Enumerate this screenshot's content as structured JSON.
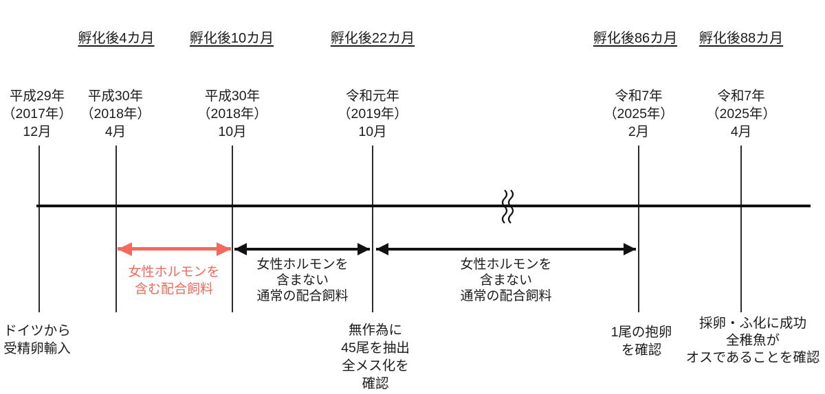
{
  "figure": {
    "description_colors": {
      "ink": "#1b1b1b",
      "axis_black": "#111111",
      "accent_red": "#f4695c",
      "background": "#ffffff"
    }
  },
  "events": [
    {
      "hatch_age": "",
      "date": [
        "平成29年",
        "（2017年）",
        "12月"
      ],
      "note": [
        "ドイツから",
        "受精卵輸入"
      ]
    },
    {
      "hatch_age": "孵化後4カ月",
      "date": [
        "平成30年",
        "（2018年）",
        "4月"
      ],
      "note": []
    },
    {
      "hatch_age": "孵化後10カ月",
      "date": [
        "平成30年",
        "（2018年）",
        "10月"
      ],
      "note": []
    },
    {
      "hatch_age": "孵化後22カ月",
      "date": [
        "令和元年",
        "（2019年）",
        "10月"
      ],
      "note": [
        "無作為に",
        "45尾を抽出",
        "全メス化を",
        "確認"
      ]
    },
    {
      "hatch_age": "孵化後86カ月",
      "date": [
        "令和7年",
        "（2025年）",
        "2月"
      ],
      "note": [
        "1尾の抱卵",
        "を確認"
      ]
    },
    {
      "hatch_age": "孵化後88カ月",
      "date": [
        "令和7年",
        "（2025年）",
        "4月"
      ],
      "note": [
        "採卵・ふ化に成功",
        "全稚魚が",
        "オスであることを確認"
      ]
    }
  ],
  "periods": [
    {
      "style": "red",
      "lines": [
        "女性ホルモンを",
        "含む配合飼料"
      ]
    },
    {
      "style": "black",
      "lines": [
        "女性ホルモンを",
        "含まない",
        "通常の配合飼料"
      ]
    },
    {
      "style": "black",
      "lines": [
        "女性ホルモンを",
        "含まない",
        "通常の配合飼料"
      ]
    }
  ]
}
